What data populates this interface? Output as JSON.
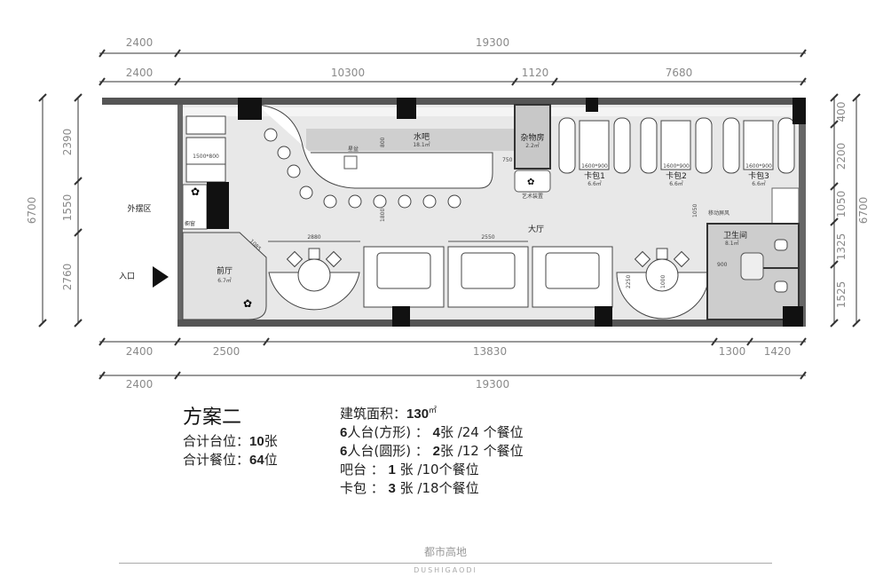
{
  "dimensions": {
    "top_row1": [
      "2400",
      "19300"
    ],
    "top_row2": [
      "2400",
      "10300",
      "1120",
      "7680"
    ],
    "bottom_row1": [
      "2400",
      "2500",
      "13830",
      "1300",
      "1420"
    ],
    "bottom_row2": [
      "2400",
      "19300"
    ],
    "left_total": "6700",
    "left_parts": [
      "2390",
      "1550",
      "2760"
    ],
    "right_parts": [
      "400",
      "2200",
      "1050",
      "1325",
      "1525"
    ],
    "right_total": "6700",
    "interior": {
      "bar_depth": "800",
      "aisle": "1800",
      "round_table_width": "2880",
      "booth_width": "2550",
      "storage_width": "750",
      "door": "1085",
      "hall_gap": "1050",
      "round_table_dia": "1000",
      "round_table_depth": "2250",
      "restroom_width": "900",
      "sofa_size": "1500*800",
      "booth_size": "1600*900"
    }
  },
  "rooms": {
    "outdoor": "外摆区",
    "entrance": "入口",
    "foyer": "前厅",
    "foyer_area": "6.7㎡",
    "window": "橱窗",
    "bar": "水吧",
    "bar_area": "18.1㎡",
    "sink": "星盆",
    "storage": "杂物房",
    "storage_area": "2.2㎡",
    "art": "艺术装置",
    "hall": "大厅",
    "booths": [
      {
        "name": "卡包1",
        "area": "6.6㎡"
      },
      {
        "name": "卡包2",
        "area": "6.6㎡"
      },
      {
        "name": "卡包3",
        "area": "6.6㎡"
      }
    ],
    "screen": "移动屏风",
    "restroom": "卫生间",
    "restroom_area": "8.1㎡"
  },
  "summary": {
    "title": "方案二",
    "tables_label": "合计台位：",
    "tables_value": "10",
    "tables_unit": "张",
    "seats_label": "合计餐位：",
    "seats_value": "64",
    "seats_unit": "位",
    "area_label": "建筑面积：",
    "area_value": "130",
    "area_unit": "㎡",
    "lines": [
      {
        "a": "6",
        "b": "人台(方形) ： ",
        "c": "4",
        "d": "张 /24 个餐位"
      },
      {
        "a": "6",
        "b": "人台(圆形) ： ",
        "c": "2",
        "d": "张 /12 个餐位"
      },
      {
        "a": "",
        "b": "吧台 ： ",
        "c": "1",
        "d": " 张 /10个餐位"
      },
      {
        "a": "",
        "b": "卡包 ： ",
        "c": "3",
        "d": " 张 /18个餐位"
      }
    ]
  },
  "brand": {
    "cn": "都市高地",
    "en": "DUSHIGAODI"
  }
}
